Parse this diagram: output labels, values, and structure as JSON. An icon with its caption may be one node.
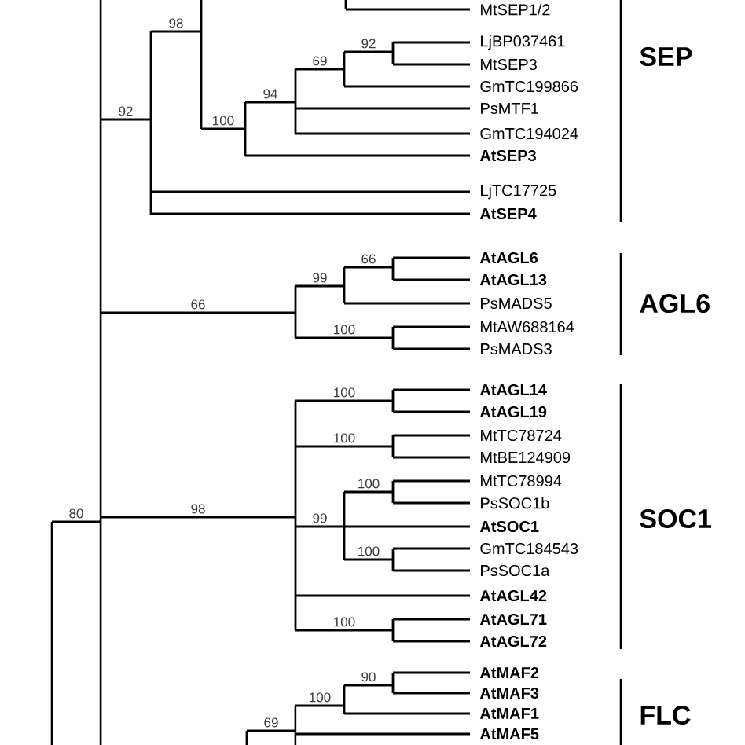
{
  "diagram": {
    "nodes": [
      {
        "text": [
          "MtSEP1/2"
        ]
      },
      {
        "text": [
          "LjBP037461"
        ]
      },
      {
        "text": [
          "MtSEP3"
        ]
      },
      {
        "text": [
          "GmTC199866"
        ]
      },
      {
        "text": [
          "PsMTF1"
        ]
      },
      {
        "text": [
          "GmTC194024"
        ]
      },
      {
        "text": [
          "AtSEP3"
        ]
      },
      {
        "text": [
          "LjTC17725"
        ]
      },
      {
        "text": [
          "AtSEP4"
        ]
      },
      {
        "text": [
          "AtAGL6"
        ]
      },
      {
        "text": [
          "AtAGL13"
        ]
      },
      {
        "text": [
          "PsMADS5"
        ]
      },
      {
        "text": [
          "MtAW688164"
        ]
      },
      {
        "text": [
          "PsMADS3"
        ]
      },
      {
        "text": [
          "AtAGL14"
        ]
      },
      {
        "text": [
          "AtAGL19"
        ]
      },
      {
        "text": [
          "MtTC78724"
        ]
      },
      {
        "text": [
          "MtBE124909"
        ]
      },
      {
        "text": [
          "MtTC78994"
        ]
      },
      {
        "text": [
          "PsSOC1b"
        ]
      },
      {
        "text": [
          "AtSOC1"
        ]
      },
      {
        "text": [
          "GmTC184543"
        ]
      },
      {
        "text": [
          "PsSOC1a"
        ]
      },
      {
        "text": [
          "AtAGL42"
        ]
      },
      {
        "text": [
          "AtAGL71"
        ]
      },
      {
        "text": [
          "AtAGL72"
        ]
      },
      {
        "text": [
          "AtMAF2"
        ]
      },
      {
        "text": [
          "AtMAF3"
        ]
      },
      {
        "text": [
          "AtMAF1"
        ]
      },
      {
        "text": [
          "AtMAF5"
        ]
      },
      {
        "text": [],
        "shape": "bar"
      },
      {
        "text": [],
        "shape": "bar"
      },
      {
        "text": [],
        "shape": "bar"
      },
      {
        "text": [],
        "shape": "bar"
      },
      {
        "text": [],
        "shape": "bar"
      },
      {
        "text": [],
        "shape": "bar"
      },
      {
        "text": [],
        "shape": "bar"
      },
      {
        "text": [],
        "shape": "bar"
      },
      {
        "text": [],
        "shape": "bar"
      },
      {
        "text": [],
        "shape": "bar"
      },
      {
        "text": [],
        "shape": "bar"
      },
      {
        "text": [],
        "shape": "bar"
      },
      {
        "text": [],
        "shape": "bar"
      },
      {
        "text": [],
        "shape": "bar"
      },
      {
        "text": [],
        "shape": "bar"
      },
      {
        "text": [],
        "shape": "bar"
      },
      {
        "text": [],
        "shape": "bar"
      },
      {
        "text": [],
        "shape": "bar"
      },
      {
        "text": [],
        "shape": "bar"
      },
      {
        "text": [],
        "shape": "bar"
      },
      {
        "text": [],
        "shape": "bar"
      },
      {
        "text": [],
        "shape": "bar"
      },
      {
        "text": [],
        "shape": "bar"
      },
      {
        "text": [],
        "shape": "bar"
      }
    ],
    "edges": [
      {
        "from": 30,
        "to": 31,
        "arrow": "none",
        "label": "80"
      },
      {
        "from": 31,
        "to": 32,
        "arrow": "none",
        "label": "92"
      },
      {
        "from": 32,
        "to": 33,
        "arrow": "none",
        "label": "98"
      },
      {
        "from": 32,
        "to": 7,
        "arrow": "none"
      },
      {
        "from": 32,
        "to": 8,
        "arrow": "none"
      },
      {
        "from": 33,
        "to": 35,
        "arrow": "none",
        "label": "100"
      },
      {
        "from": 34,
        "to": 0,
        "arrow": "none"
      },
      {
        "from": 35,
        "to": 36,
        "arrow": "none",
        "label": "94"
      },
      {
        "from": 35,
        "to": 6,
        "arrow": "none"
      },
      {
        "from": 36,
        "to": 37,
        "arrow": "none",
        "label": "69"
      },
      {
        "from": 36,
        "to": 4,
        "arrow": "none"
      },
      {
        "from": 36,
        "to": 5,
        "arrow": "none"
      },
      {
        "from": 37,
        "to": 38,
        "arrow": "none",
        "label": "92"
      },
      {
        "from": 37,
        "to": 3,
        "arrow": "none"
      },
      {
        "from": 38,
        "to": 1,
        "arrow": "none"
      },
      {
        "from": 38,
        "to": 2,
        "arrow": "none"
      },
      {
        "from": 31,
        "to": 39,
        "arrow": "none",
        "label": "66"
      },
      {
        "from": 39,
        "to": 40,
        "arrow": "none",
        "label": "99"
      },
      {
        "from": 39,
        "to": 42,
        "arrow": "none",
        "label": "100"
      },
      {
        "from": 40,
        "to": 41,
        "arrow": "none",
        "label": "66"
      },
      {
        "from": 40,
        "to": 11,
        "arrow": "none"
      },
      {
        "from": 41,
        "to": 9,
        "arrow": "none"
      },
      {
        "from": 41,
        "to": 10,
        "arrow": "none"
      },
      {
        "from": 42,
        "to": 12,
        "arrow": "none"
      },
      {
        "from": 42,
        "to": 13,
        "arrow": "none"
      },
      {
        "from": 31,
        "to": 43,
        "arrow": "none",
        "label": "98"
      },
      {
        "from": 43,
        "to": 44,
        "arrow": "none",
        "label": "100"
      },
      {
        "from": 43,
        "to": 45,
        "arrow": "none",
        "label": "100"
      },
      {
        "from": 43,
        "to": 46,
        "arrow": "none",
        "label": "99"
      },
      {
        "from": 43,
        "to": 23,
        "arrow": "none"
      },
      {
        "from": 43,
        "to": 49,
        "arrow": "none",
        "label": "100"
      },
      {
        "from": 44,
        "to": 14,
        "arrow": "none"
      },
      {
        "from": 44,
        "to": 15,
        "arrow": "none"
      },
      {
        "from": 45,
        "to": 16,
        "arrow": "none"
      },
      {
        "from": 45,
        "to": 17,
        "arrow": "none"
      },
      {
        "from": 46,
        "to": 47,
        "arrow": "none",
        "label": "100"
      },
      {
        "from": 46,
        "to": 20,
        "arrow": "none"
      },
      {
        "from": 46,
        "to": 48,
        "arrow": "none",
        "label": "100"
      },
      {
        "from": 47,
        "to": 18,
        "arrow": "none"
      },
      {
        "from": 47,
        "to": 19,
        "arrow": "none"
      },
      {
        "from": 48,
        "to": 21,
        "arrow": "none"
      },
      {
        "from": 48,
        "to": 22,
        "arrow": "none"
      },
      {
        "from": 49,
        "to": 24,
        "arrow": "none"
      },
      {
        "from": 49,
        "to": 25,
        "arrow": "none"
      },
      {
        "from": 50,
        "to": 51,
        "arrow": "none",
        "label": "69"
      },
      {
        "from": 51,
        "to": 52,
        "arrow": "none",
        "label": "100"
      },
      {
        "from": 51,
        "to": 29,
        "arrow": "none"
      },
      {
        "from": 52,
        "to": 53,
        "arrow": "none",
        "label": "90"
      },
      {
        "from": 52,
        "to": 28,
        "arrow": "none"
      },
      {
        "from": 53,
        "to": 26,
        "arrow": "none"
      },
      {
        "from": 53,
        "to": 27,
        "arrow": "none"
      }
    ],
    "labels": [
      "SEP",
      "AGL6",
      "SOC1",
      "FLC"
    ]
  }
}
